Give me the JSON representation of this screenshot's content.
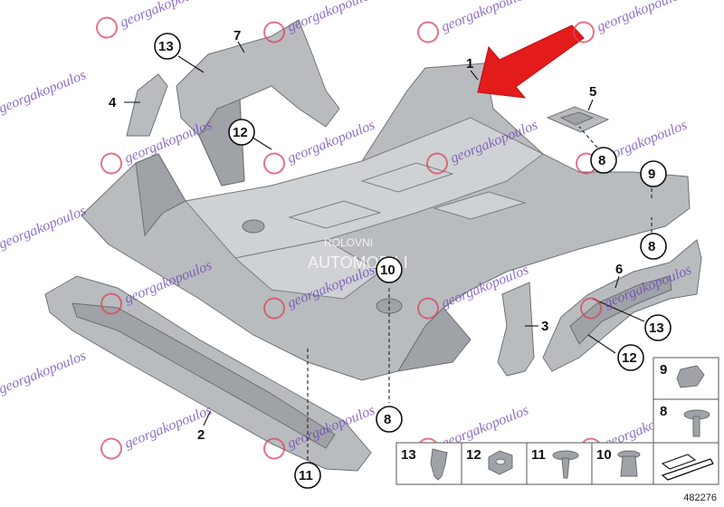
{
  "diagram": {
    "reference_number": "482276",
    "watermark_text": "georgakopoulos",
    "center_watermark": "AUTOMOBILI",
    "center_watermark_top": "ROLOVNI",
    "arrow_color": "#e31b1b",
    "part_color": "#b9bcbf",
    "callouts": [
      {
        "id": "c1",
        "text": "1",
        "circled": false
      },
      {
        "id": "c2",
        "text": "2",
        "circled": false
      },
      {
        "id": "c3",
        "text": "3",
        "circled": false
      },
      {
        "id": "c4",
        "text": "4",
        "circled": false
      },
      {
        "id": "c5",
        "text": "5",
        "circled": false
      },
      {
        "id": "c6",
        "text": "6",
        "circled": false
      },
      {
        "id": "c7",
        "text": "7",
        "circled": false
      },
      {
        "id": "c8a",
        "text": "8",
        "circled": true
      },
      {
        "id": "c8b",
        "text": "8",
        "circled": true
      },
      {
        "id": "c8c",
        "text": "8",
        "circled": true
      },
      {
        "id": "c9",
        "text": "9",
        "circled": true
      },
      {
        "id": "c10",
        "text": "10",
        "circled": true
      },
      {
        "id": "c11",
        "text": "11",
        "circled": true
      },
      {
        "id": "c12a",
        "text": "12",
        "circled": true
      },
      {
        "id": "c12b",
        "text": "12",
        "circled": true
      },
      {
        "id": "c13a",
        "text": "13",
        "circled": true
      },
      {
        "id": "c13b",
        "text": "13",
        "circled": true
      }
    ],
    "legend": [
      {
        "text": "9"
      },
      {
        "text": "8"
      },
      {
        "text": "13"
      },
      {
        "text": "12"
      },
      {
        "text": "11"
      },
      {
        "text": "10"
      }
    ]
  }
}
